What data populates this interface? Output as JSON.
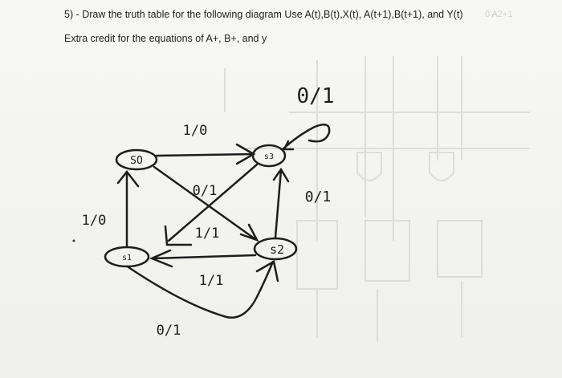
{
  "question": {
    "line1": "5) - Draw the truth table for the following diagram  Use A(t),B(t),X(t), A(t+1),B(t+1), and Y(t)",
    "line2": "Extra credit for the equations of A+, B+, and y",
    "ghost_text": "0 A2+1"
  },
  "diagram": {
    "states": {
      "s0": "SO",
      "s1": "s1",
      "s2": "s2",
      "s3": "s3"
    },
    "labels": {
      "s3_self_loop": "0/1",
      "s0_to_s3": "1/0",
      "s3_to_s2": "0/1",
      "s1_to_s0": "1/0",
      "s0_to_s2": "0/1",
      "s3_to_s1": "1/1",
      "s2_to_s1": "1/1",
      "s1_to_s2": "0/1"
    }
  },
  "colors": {
    "ink": "#1d1d1d",
    "paper": "#f3f3f1",
    "ghost": "#d7d7d3"
  }
}
